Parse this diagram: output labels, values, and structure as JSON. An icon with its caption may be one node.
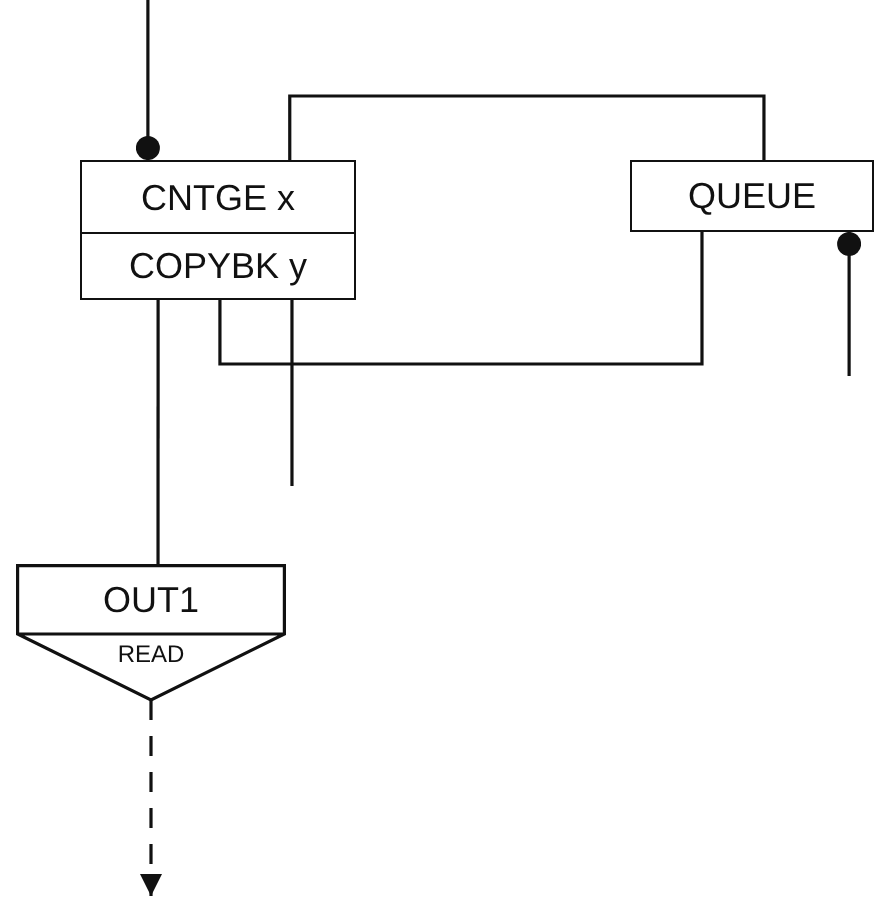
{
  "diagram": {
    "nodes": [
      {
        "text": [
          "CNTGE x"
        ]
      },
      {
        "text": [
          "COPYBK y"
        ]
      },
      {
        "text": [
          "QUEUE"
        ]
      },
      {
        "text": [
          "OUT1",
          "READ"
        ]
      }
    ],
    "edges": [
      {
        "from": null,
        "to": 0,
        "arrow": "other"
      },
      {
        "from": 0,
        "to": 2,
        "arrow": "none"
      },
      {
        "from": 2,
        "to": 1,
        "arrow": "none"
      },
      {
        "from": 1,
        "to": null,
        "arrow": "none"
      },
      {
        "from": null,
        "to": 2,
        "arrow": "other"
      },
      {
        "from": 1,
        "to": 3,
        "arrow": "none"
      },
      {
        "from": 3,
        "to": null,
        "arrow": "to",
        "style": "dashed"
      }
    ]
  }
}
